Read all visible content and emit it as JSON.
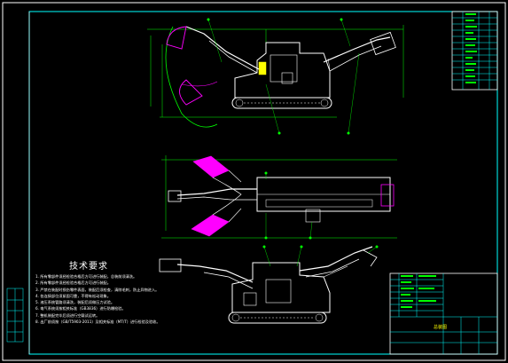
{
  "sheet": {
    "background": "#000000",
    "frame_color": "#00ffff",
    "outline_color": "#ffffff",
    "dimension_color": "#00ff00",
    "highlight_color": "#ff00ff",
    "leader_color": "#00ff00"
  },
  "views": [
    "side-elevation",
    "top-plan",
    "operating-elevation"
  ],
  "technical_notes": {
    "title": "技术要求",
    "items": [
      "1. 所有零部件须经检验合格后方可进行装配，总装前须清洗。",
      "2. 所有零部件须经检验合格后方可进行装配。",
      "3. 严禁在装配时损伤零件表面，装配后须检查，清除毛刺，防止异物进入。",
      "4. 各连接部位须紧固可靠，不得有松动现象。",
      "5. 液压系统管路须清洗，装配后须做压力试验。",
      "6. 电气系统须按相关标准（GB3836）进行防爆检验。",
      "7. 整机装配完毕后须进行空载试运转。",
      "8. 出厂前须按（GB/T5903-2011）及相关标准（MT/T）进行检验及验收。"
    ]
  },
  "title_block": {
    "drawing_name": "总装图"
  }
}
